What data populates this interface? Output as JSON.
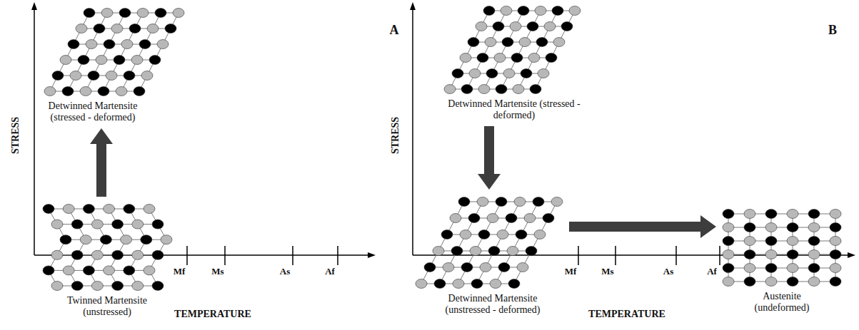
{
  "diagram": {
    "nodes": [
      {
        "text": [
          "Twinned Martensite (unstressed)"
        ]
      },
      {
        "text": [
          "Detwinned Martensite (stressed - deformed)"
        ]
      },
      {
        "text": [
          "Detwinned Martensite (stressed - deformed)"
        ]
      },
      {
        "text": [
          "Detwinned Martensite (unstressed - deformed)"
        ]
      },
      {
        "text": [
          "Austenite (undeformed)"
        ]
      }
    ],
    "edges": [
      {
        "from": 0,
        "to": 1,
        "arrow": "to"
      },
      {
        "from": 2,
        "to": 3,
        "arrow": "to"
      },
      {
        "from": 3,
        "to": 4,
        "arrow": "to"
      }
    ],
    "labels": [
      "A",
      "STRESS",
      "TEMPERATURE",
      "Mf",
      "Ms",
      "As",
      "Af",
      "B",
      "STRESS",
      "TEMPERATURE",
      "Mf",
      "Ms",
      "As",
      "Af"
    ]
  }
}
